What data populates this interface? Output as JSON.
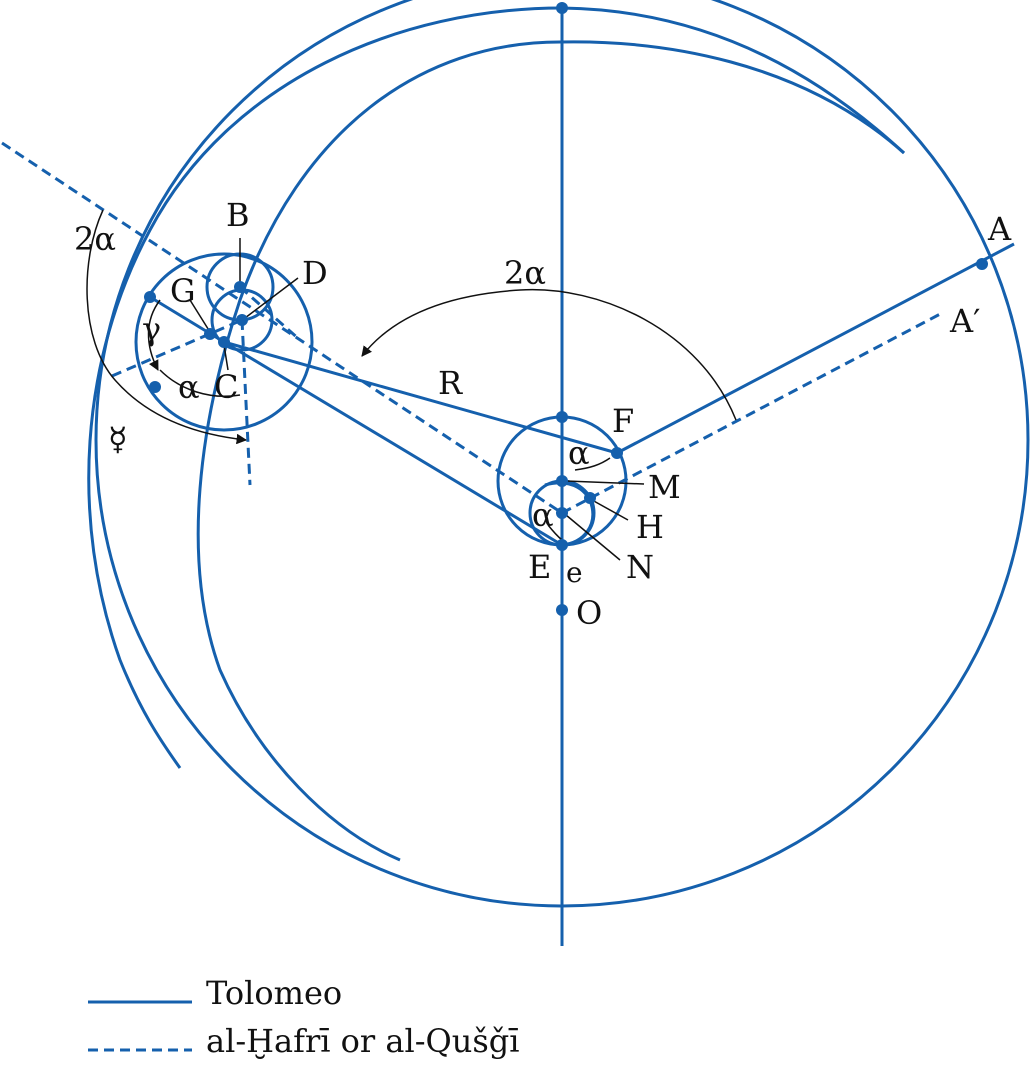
{
  "colors": {
    "main": "#1560ad",
    "annotation": "#111111"
  },
  "labels": {
    "A": "A",
    "A_prime": "A′",
    "B": "B",
    "D": "D",
    "G": "G",
    "C": "C",
    "F": "F",
    "M": "M",
    "H": "H",
    "N": "N",
    "E": "E",
    "e": "e",
    "O": "O",
    "R": "R",
    "two_alpha_top": "2α",
    "two_alpha_left": "2α",
    "alpha_F": "α",
    "alpha_E": "α",
    "alpha_left": "α",
    "gamma": "γ",
    "mercury": "☿"
  },
  "legend": {
    "solid": "Tolomeo",
    "dashed": "al-Ḫafrī or al-Qušǧī"
  }
}
